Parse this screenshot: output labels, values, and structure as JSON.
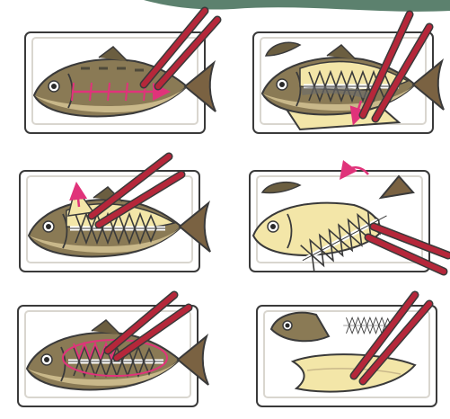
{
  "colors": {
    "outline": "#3a3a3a",
    "plate": "#ffffff",
    "plate_edge": "#d9d6cf",
    "fish_body": "#8a7a55",
    "fish_dark": "#4f4a3a",
    "fish_light": "#c9b88a",
    "flesh": "#f3e6a8",
    "bone": "#ffffff",
    "chopstick": "#b5273a",
    "arrow": "#e0337a",
    "tail": "#7a6242",
    "top_deco": "#3f6b55"
  },
  "panels": [
    {
      "step": "step-1",
      "icon": "fish-whole-icon",
      "action": "pierce-along-spine"
    },
    {
      "step": "step-2",
      "icon": "fish-opened-icon",
      "action": "lift-fillet-down"
    },
    {
      "step": "step-3",
      "icon": "fish-skin-lift-icon",
      "action": "peel-top-skin-up"
    },
    {
      "step": "step-4",
      "icon": "fish-spine-lift-icon",
      "action": "lift-skeleton-from-tail"
    },
    {
      "step": "step-5",
      "icon": "fish-outline-bones-icon",
      "action": "trace-bones"
    },
    {
      "step": "step-6",
      "icon": "fillet-separated-icon",
      "action": "remove-head-and-bones"
    }
  ]
}
